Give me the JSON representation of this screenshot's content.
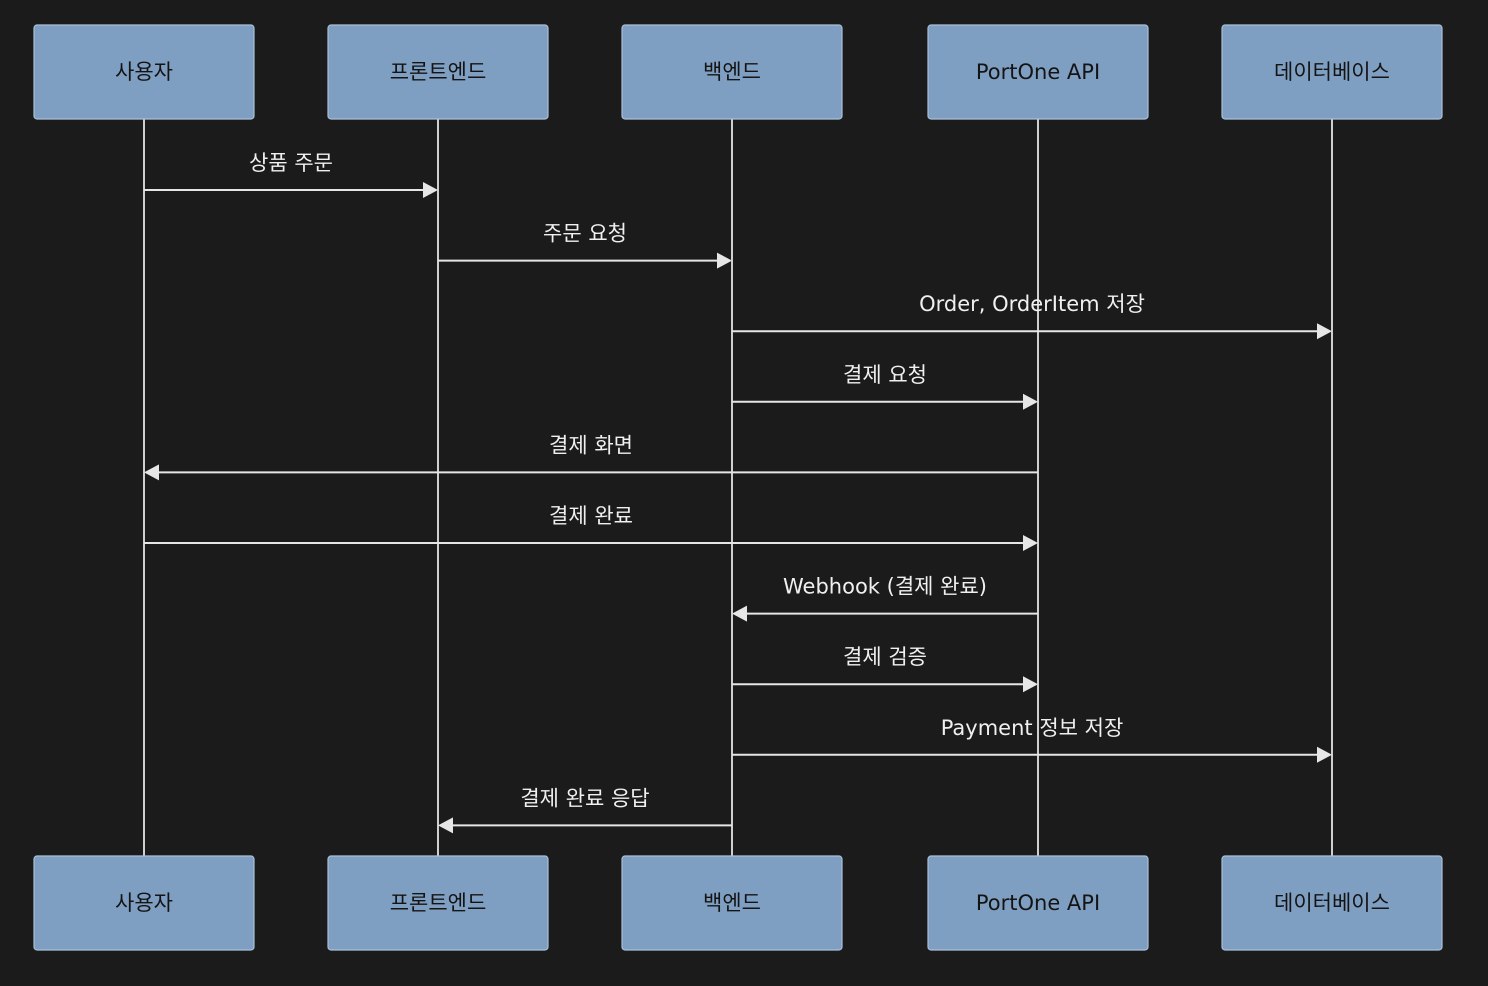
{
  "diagram": {
    "type": "sequence",
    "colors": {
      "background": "#1b1b1b",
      "actor_fill": "#7f9fc2",
      "actor_border": "#a9bfd8",
      "actor_text": "#141414",
      "line": "#e6e6e6",
      "message_text": "#f0f0f0"
    },
    "participants": [
      {
        "id": "user",
        "label": "사용자"
      },
      {
        "id": "frontend",
        "label": "프론트엔드"
      },
      {
        "id": "backend",
        "label": "백엔드"
      },
      {
        "id": "portone",
        "label": "PortOne API"
      },
      {
        "id": "database",
        "label": "데이터베이스"
      }
    ],
    "messages": [
      {
        "from": "user",
        "to": "frontend",
        "label": "상품 주문"
      },
      {
        "from": "frontend",
        "to": "backend",
        "label": "주문 요청"
      },
      {
        "from": "backend",
        "to": "database",
        "label": "Order, OrderItem 저장"
      },
      {
        "from": "backend",
        "to": "portone",
        "label": "결제 요청"
      },
      {
        "from": "portone",
        "to": "user",
        "label": "결제 화면"
      },
      {
        "from": "user",
        "to": "portone",
        "label": "결제 완료"
      },
      {
        "from": "portone",
        "to": "backend",
        "label": "Webhook (결제 완료)"
      },
      {
        "from": "backend",
        "to": "portone",
        "label": "결제 검증"
      },
      {
        "from": "backend",
        "to": "database",
        "label": "Payment 정보 저장"
      },
      {
        "from": "backend",
        "to": "frontend",
        "label": "결제 완료 응답"
      }
    ]
  }
}
